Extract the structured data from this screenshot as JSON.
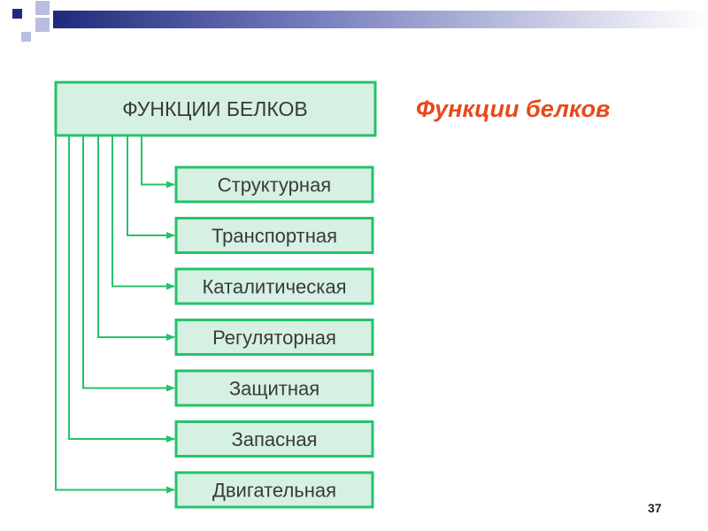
{
  "title": "Функции белков",
  "page_number": "37",
  "colors": {
    "box_fill": "#d6f1e3",
    "box_border": "#26c26a",
    "connector": "#26c26a",
    "title": "#e8491b",
    "deco_dark": "#1f2a7a",
    "deco_light": "#b9bde0"
  },
  "diagram": {
    "root": "ФУНКЦИИ БЕЛКОВ",
    "items": [
      "Структурная",
      "Транспортная",
      "Каталитическая",
      "Регуляторная",
      "Защитная",
      "Запасная",
      "Двигательная"
    ]
  }
}
